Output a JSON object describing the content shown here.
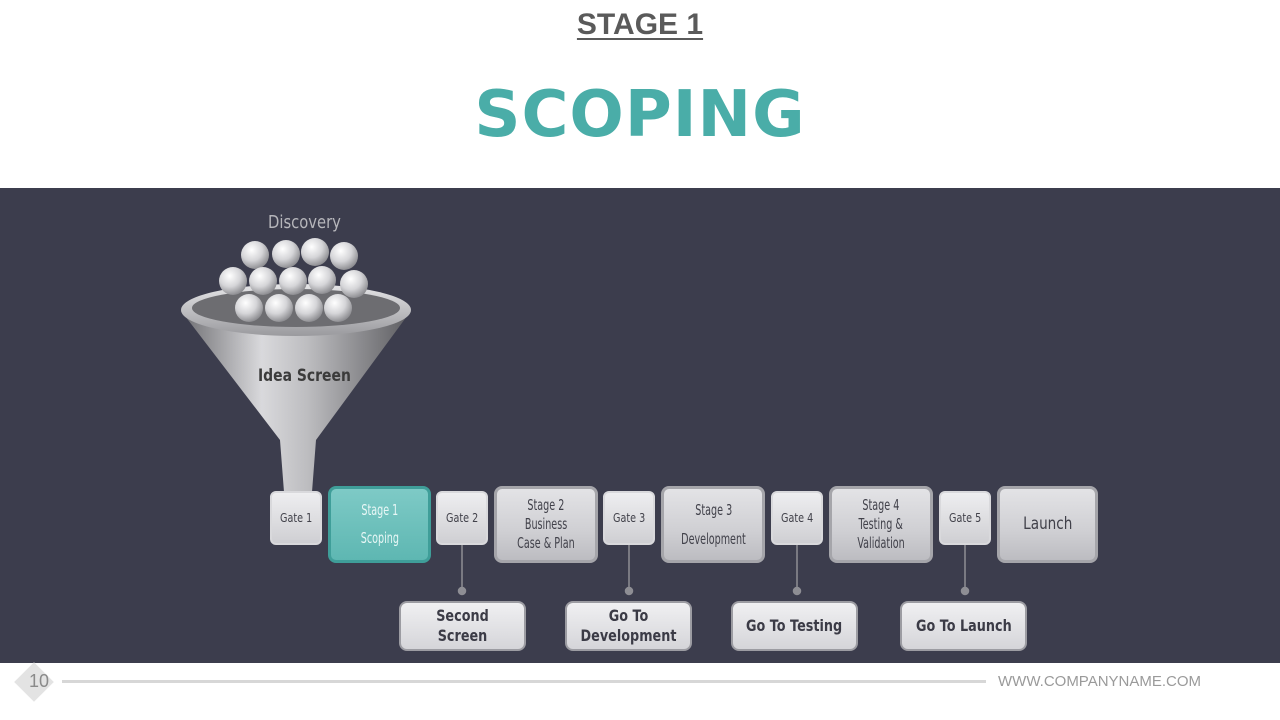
{
  "header": {
    "stage_label": "STAGE 1",
    "title": "SCOPING"
  },
  "funnel": {
    "top_label": "Discovery",
    "inner_label": "Idea Screen"
  },
  "process": {
    "gates": [
      "Gate 1",
      "Gate 2",
      "Gate 3",
      "Gate 4",
      "Gate 5"
    ],
    "stages": [
      {
        "line1": "Stage 1",
        "line2": "Scoping"
      },
      {
        "line1": "Stage 2",
        "line2": "Business",
        "line3": "Case & Plan"
      },
      {
        "line1": "Stage 3",
        "line2": "Development"
      },
      {
        "line1": "Stage 4",
        "line2": "Testing &",
        "line3": "Validation"
      }
    ],
    "launch": "Launch",
    "actions": [
      "Second Screen",
      "Go To Development",
      "Go To Testing",
      "Go To Launch"
    ]
  },
  "footer": {
    "page_number": "10",
    "website": "WWW.COMPANYNAME.COM"
  },
  "colors": {
    "accent": "#4aada8",
    "panel_bg": "#3c3d4d",
    "active_stage": "#5eb7b2"
  }
}
